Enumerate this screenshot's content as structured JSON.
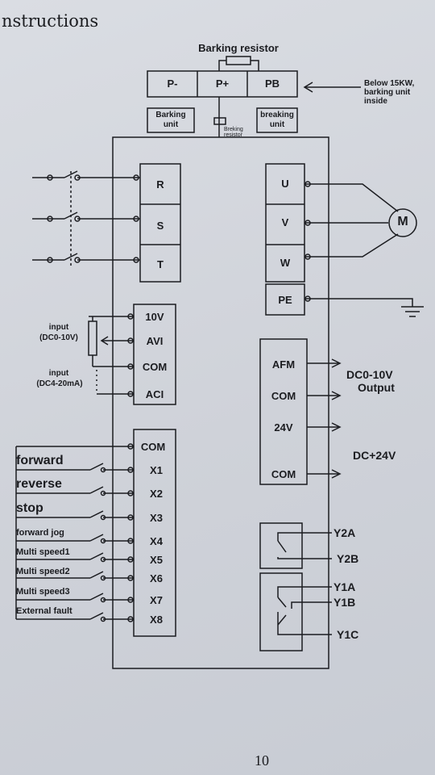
{
  "heading": "nstructions",
  "page_number": "10",
  "top": {
    "resistor_label": "Barking resistor",
    "terminals": [
      "P-",
      "P+",
      "PB"
    ],
    "note_line1": "Below 15KW,",
    "note_line2": "barking unit",
    "note_line3": "inside",
    "barking_unit": [
      "Barking",
      "unit"
    ],
    "breaking_resistor": [
      "Breking",
      "resistor"
    ],
    "breaking_unit": [
      "breaking",
      "unit"
    ]
  },
  "power_inputs": [
    "R",
    "S",
    "T"
  ],
  "motor_outputs": [
    "U",
    "V",
    "W"
  ],
  "motor_symbol": "M",
  "ground_terminal": "PE",
  "analog_inputs": [
    "10V",
    "AVI",
    "COM",
    "ACI"
  ],
  "analog_notes": {
    "voltage_line1": "input",
    "voltage_line2": "(DC0-10V)",
    "current_line1": "input",
    "current_line2": "(DC4-20mA)"
  },
  "analog_outputs": [
    "AFM",
    "COM",
    "24V",
    "COM"
  ],
  "output_notes": {
    "dc_line1": "DC0-10V",
    "dc_line2": "Output",
    "dc24": "DC+24V"
  },
  "digital_inputs": [
    "COM",
    "X1",
    "X2",
    "X3",
    "X4",
    "X5",
    "X6",
    "X7",
    "X8"
  ],
  "switch_labels": [
    "forward",
    "reverse",
    "stop",
    "forward jog",
    "Multi speed1",
    "Multi speed2",
    "Multi speed3",
    "External fault"
  ],
  "relay_terminals": [
    "Y2A",
    "Y2B",
    "Y1A",
    "Y1B",
    "Y1C"
  ]
}
